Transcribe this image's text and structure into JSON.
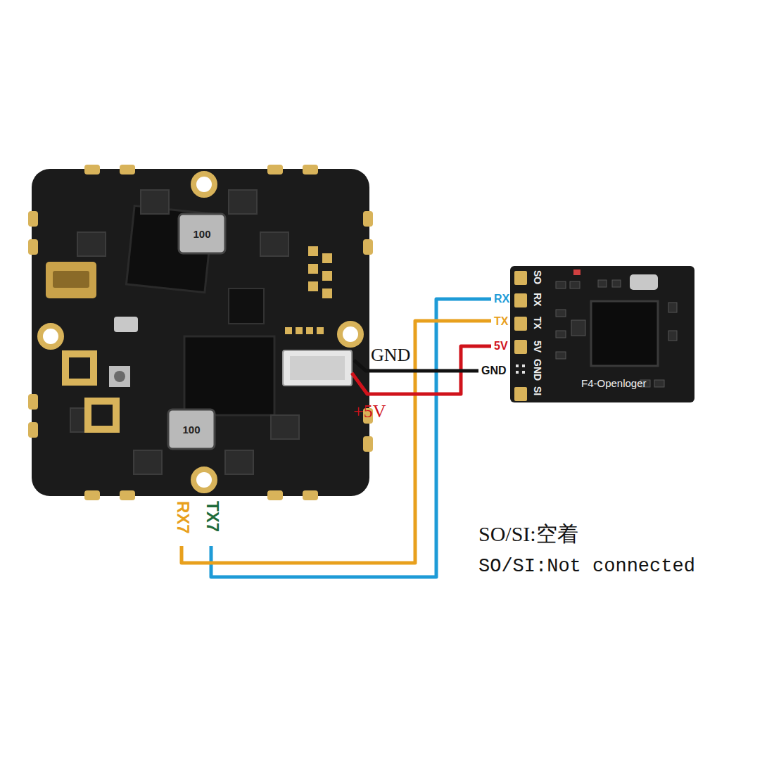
{
  "diagram": {
    "labels": [
      "GND",
      "+5V",
      "RX",
      "TX",
      "5V",
      "GND",
      "RX7",
      "TX7",
      "SO",
      "RX",
      "TX",
      "5V",
      "GND",
      "SI",
      "F4-Openloger",
      "100",
      "100",
      "SO/SI:空着",
      "SO/SI:Not connected"
    ]
  }
}
